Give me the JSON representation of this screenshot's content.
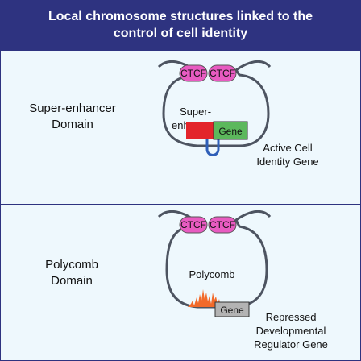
{
  "title": {
    "line1": "Local chromosome structures linked to the",
    "line2": "control of cell identity"
  },
  "panel_top": {
    "domain_label_line1": "Super-enhancer",
    "domain_label_line2": "Domain",
    "ctcf_left": "CTCF",
    "ctcf_right": "CTCF",
    "inner_label_line1": "Super-",
    "inner_label_line2": "enhancer",
    "gene_label": "Gene",
    "annotation_line1": "Active Cell",
    "annotation_line2": "Identity Gene"
  },
  "panel_bottom": {
    "domain_label_line1": "Polycomb",
    "domain_label_line2": "Domain",
    "ctcf_left": "CTCF",
    "ctcf_right": "CTCF",
    "inner_label": "Polycomb",
    "gene_label": "Gene",
    "annotation_line1": "Repressed",
    "annotation_line2": "Developmental",
    "annotation_line3": "Regulator Gene"
  },
  "colors": {
    "header_bg": "#2e3380",
    "panel_bg": "#eef8fd",
    "ctcf_fill": "#e85bc1",
    "enhancer_red": "#e3242b",
    "gene_green": "#5cb85c",
    "gene_gray": "#b3b3b3",
    "polycomb_orange": "#f26a2a",
    "loop_stroke": "#4d5461"
  }
}
